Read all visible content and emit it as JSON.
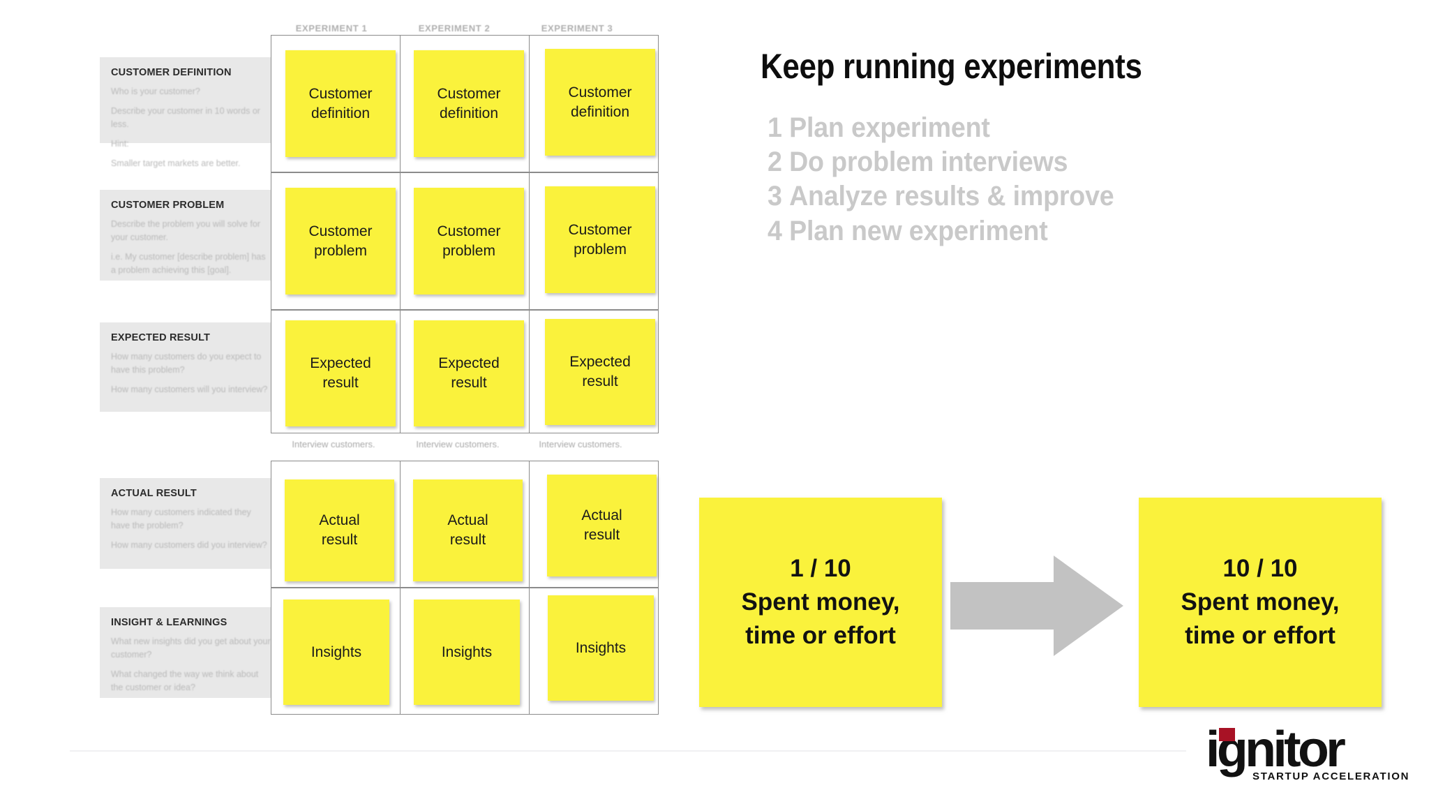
{
  "slide": {
    "headline": "Keep running experiments",
    "steps": [
      {
        "num": "1",
        "label": "Plan experiment"
      },
      {
        "num": "2",
        "label": "Do problem interviews"
      },
      {
        "num": "3",
        "label": "Analyze results & improve"
      },
      {
        "num": "4",
        "label": "Plan new experiment"
      }
    ]
  },
  "worksheet": {
    "column_headers": [
      "EXPERIMENT 1",
      "EXPERIMENT 2",
      "EXPERIMENT 3"
    ],
    "divider_labels": [
      "Interview customers.",
      "Interview customers.",
      "Interview customers."
    ],
    "sections": [
      {
        "title": "CUSTOMER DEFINITION",
        "body": [
          "Who is your customer?",
          "Describe your customer in 10 words or less.",
          "Hint:",
          "Smaller target markets are better."
        ],
        "note": "Customer\ndefinition"
      },
      {
        "title": "CUSTOMER PROBLEM",
        "body": [
          "Describe the problem you will solve for your customer.",
          "i.e. My customer [describe problem] has a problem achieving this [goal]."
        ],
        "note": "Customer\nproblem"
      },
      {
        "title": "EXPECTED RESULT",
        "body": [
          "How many customers do you expect to have this problem?",
          "How many customers will you interview?"
        ],
        "note": "Expected\nresult"
      },
      {
        "title": "ACTUAL RESULT",
        "body": [
          "How many customers indicated they have the problem?",
          "How many customers did you interview?"
        ],
        "note": "Actual\nresult"
      },
      {
        "title": "INSIGHT & LEARNINGS",
        "body": [
          "What new insights did you get about your customer?",
          "What changed the way we think about the customer or idea?"
        ],
        "note": "Insights"
      }
    ]
  },
  "callouts": {
    "before": {
      "ratio": "1 / 10",
      "line2": "Spent money,",
      "line3": "time or effort"
    },
    "after": {
      "ratio": "10 / 10",
      "line2": "Spent money,",
      "line3": "time or effort"
    },
    "arrow": "right-arrow"
  },
  "logo": {
    "word": "ignitor",
    "tagline": "STARTUP ACCELERATION"
  },
  "colors": {
    "sticky_yellow": "#faf23c",
    "panel_gray": "#e8e8e8",
    "grid_border": "#8b8b8b",
    "step_gray": "#c9c9c9",
    "arrow_gray": "#c2c2c2",
    "logo_red": "#a81225"
  }
}
